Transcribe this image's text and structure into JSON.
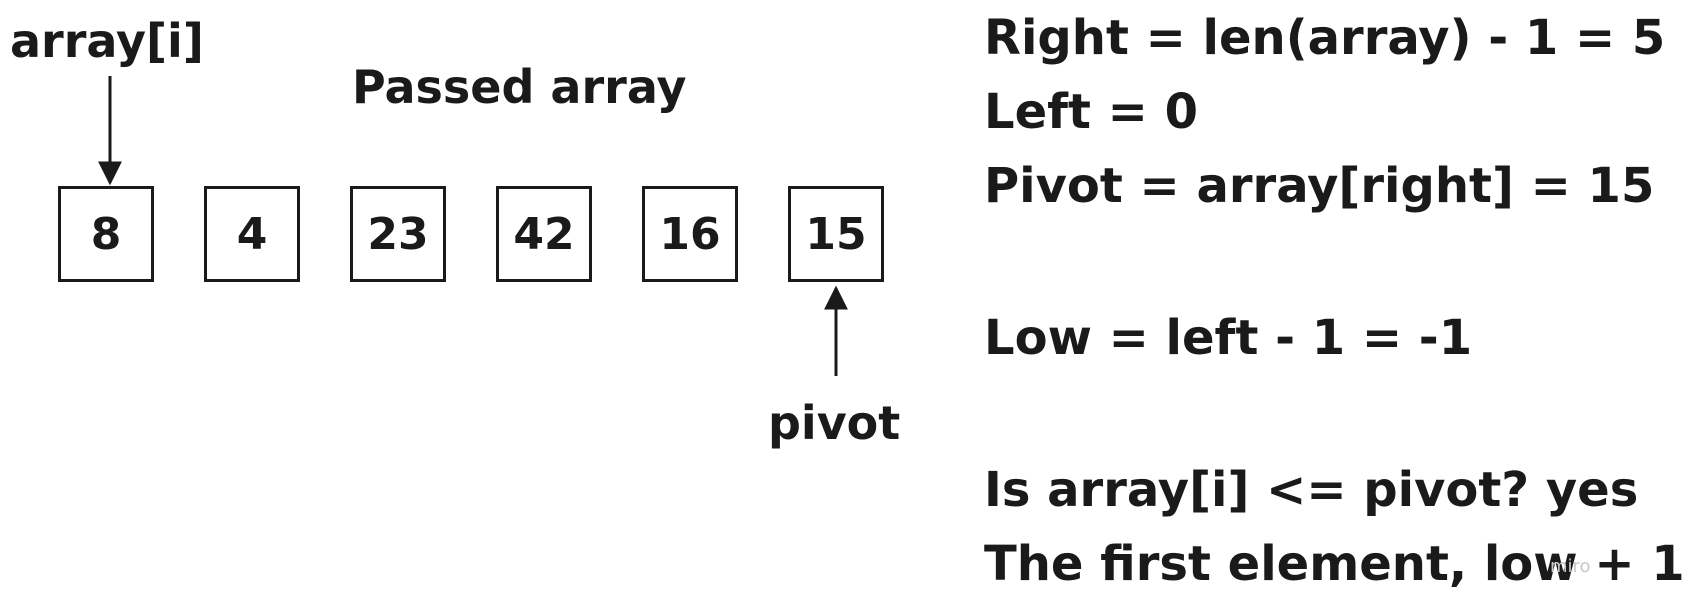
{
  "diagram": {
    "pointer_label": "array[i]",
    "array_label": "Passed array",
    "pivot_label": "pivot",
    "cells": [
      "8",
      "4",
      "23",
      "42",
      "16",
      "15"
    ]
  },
  "notes": {
    "right": "Right = len(array) - 1 = 5",
    "left": "Left = 0",
    "pivot": "Pivot = array[right] = 15",
    "low": "Low = left - 1 = -1",
    "question": "Is array[i] <= pivot? yes",
    "first_element": "The first element, low + 1"
  },
  "watermark": "miro"
}
